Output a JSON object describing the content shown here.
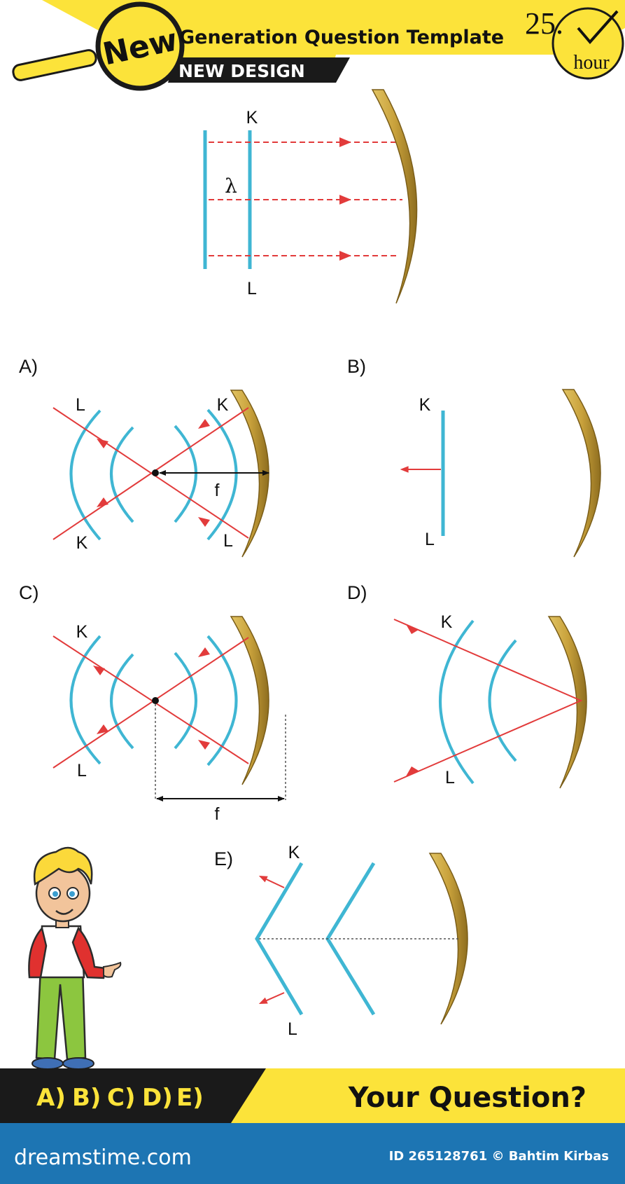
{
  "header": {
    "badge": "New",
    "title": "Generation Question Template",
    "subtitle": "NEW DESIGN",
    "counter_number": "25.",
    "counter_unit": "hour"
  },
  "figure": {
    "top": {
      "wave_label_top": "K",
      "wave_label_bottom": "L",
      "wavelength_symbol": "λ"
    },
    "A": {
      "label": "A)",
      "ray_top_left": "L",
      "ray_bottom_left": "K",
      "ray_top_right": "K",
      "ray_bottom_right": "L",
      "focal": "f"
    },
    "B": {
      "label": "B)",
      "wave_top": "K",
      "wave_bottom": "L"
    },
    "C": {
      "label": "C)",
      "ray_top_left": "K",
      "ray_bottom_left": "L",
      "focal": "f"
    },
    "D": {
      "label": "D)",
      "ray_top": "K",
      "ray_bottom": "L"
    },
    "E": {
      "label": "E)",
      "wave_top": "K",
      "wave_bottom": "L"
    }
  },
  "footer": {
    "answers": [
      "A)",
      "B)",
      "C)",
      "D)",
      "E)"
    ],
    "question": "Your Question?",
    "site": "dreamstime.com",
    "credit": "ID 265128761 © Bahtim Kirbas"
  },
  "colors": {
    "banner_yellow": "#fce33a",
    "dark": "#1a1a1a",
    "wave_blue": "#3fb6d3",
    "ray_red": "#e23b3b",
    "mirror_gold": "#c8a43e",
    "footer_blue": "#1d75b3"
  }
}
